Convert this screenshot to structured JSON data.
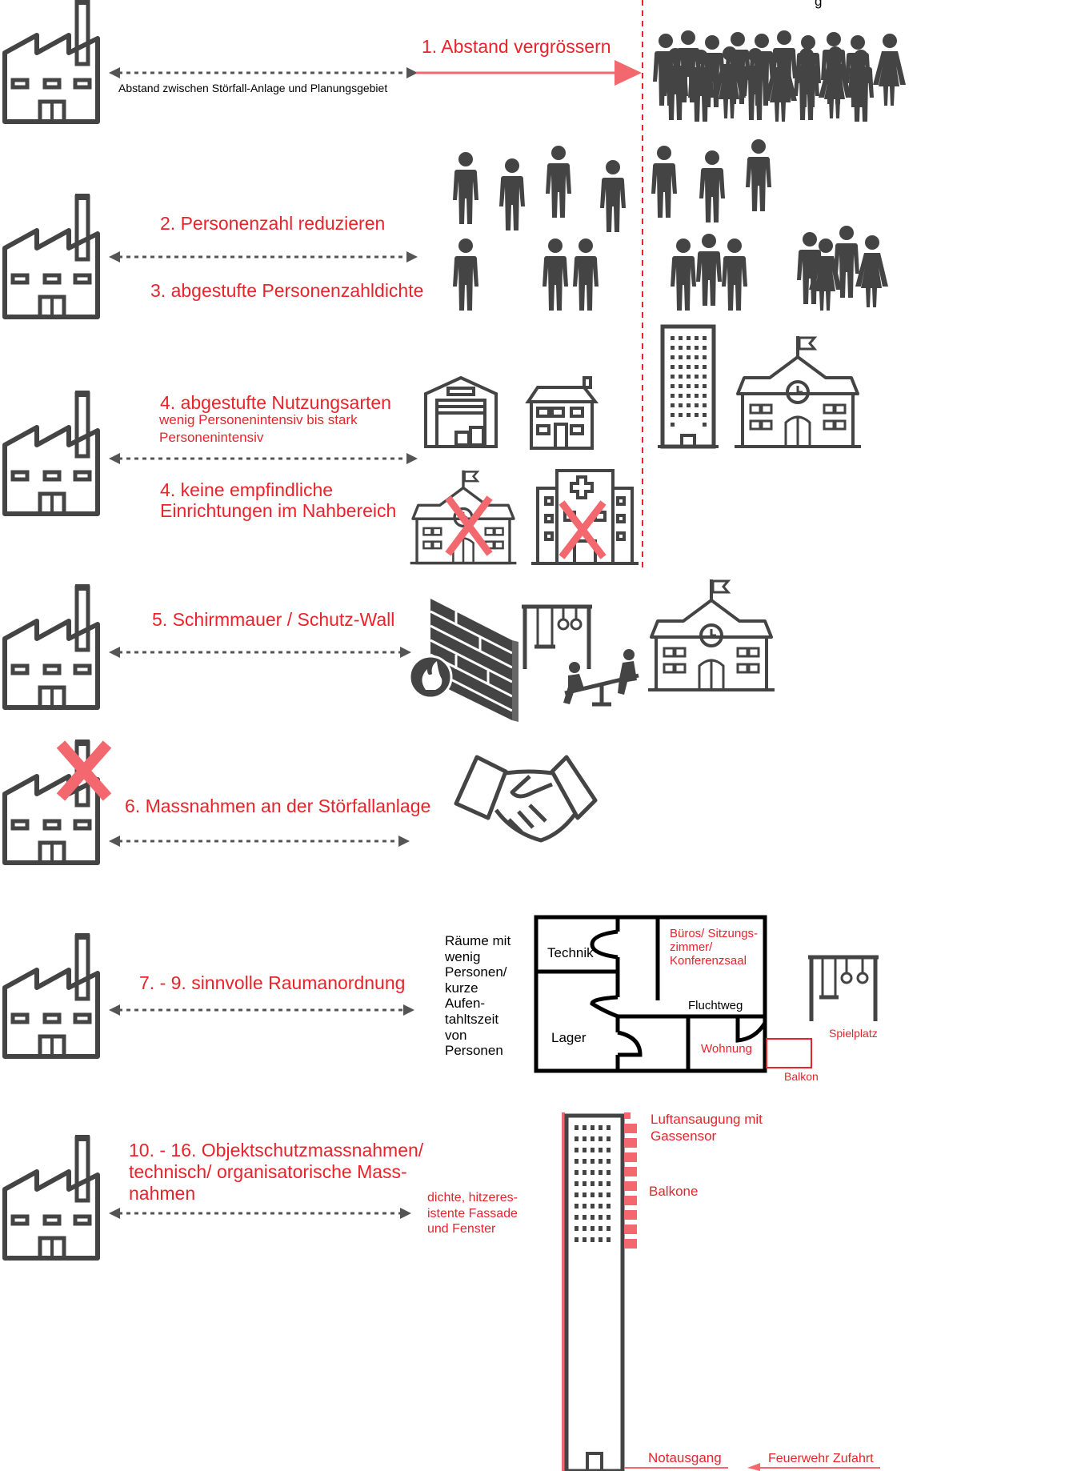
{
  "colors": {
    "accent": "#e8232b",
    "accent_light": "#f2686e",
    "icon": "#444444",
    "line": "#555555"
  },
  "corner_label": "g",
  "rows": {
    "r1": {
      "measure": "1.  Abstand vergrössern",
      "distance_caption": "Abstand zwischen Störfall-Anlage und Planungsgebiet"
    },
    "r2": {
      "measure_a": "2. Personenzahl reduzieren",
      "measure_b": "3. abgestufte Personenzahldichte"
    },
    "r3": {
      "measure_a": "4. abgestufte Nutzungsarten",
      "measure_a_sub_1": "wenig Personenintensiv bis stark",
      "measure_a_sub_2": "Personenintensiv",
      "measure_b_1": "4. keine empfindliche",
      "measure_b_2": "Einrichtungen im Nahbereich"
    },
    "r4": {
      "measure": "5. Schirmmauer / Schutz-Wall"
    },
    "r5": {
      "measure": "6. Massnahmen an der Störfallanlage"
    },
    "r6": {
      "measure": "7. - 9. sinnvolle Raumanordnung",
      "side_note": [
        "Räume mit",
        "wenig",
        "Personen/",
        "kurze",
        "Aufen-",
        "tahltszeit",
        "von",
        "Personen"
      ],
      "rooms": {
        "technik": "Technik",
        "lager": "Lager",
        "bueros": [
          "Büros/ Sitzungs-",
          "zimmer/",
          "Konferenzsaal"
        ],
        "fluchtweg": "Fluchtweg",
        "wohnung": "Wohnung",
        "balkon": "Balkon",
        "spielplatz": "Spielplatz"
      }
    },
    "r7": {
      "measure": [
        "10. - 16. Objektschutzmassnahmen/",
        "technisch/ organisatorische Mass-",
        "nahmen"
      ],
      "facade": [
        "dichte, hitzeres-",
        "istente Fassade",
        "und Fenster"
      ],
      "air_intake": [
        "Luftansaugung mit",
        "Gassensor"
      ],
      "balconies": "Balkone",
      "emergency_exit": "Notausgang",
      "fire_access": "Feuerwehr Zufahrt"
    }
  }
}
